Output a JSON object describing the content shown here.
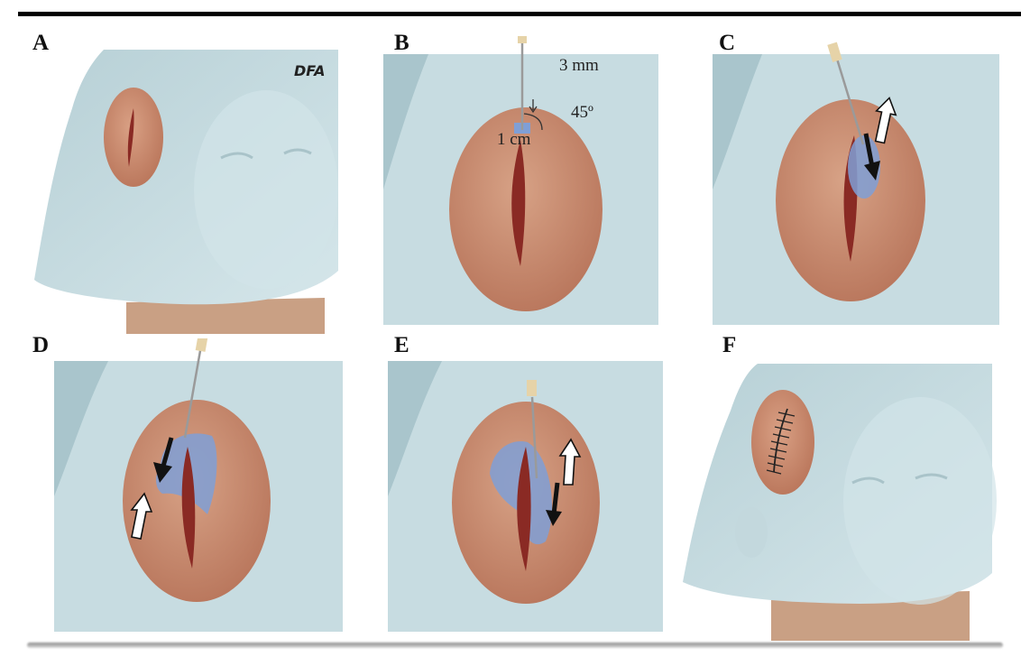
{
  "figure": {
    "panels": [
      {
        "letter": "A",
        "signature": "DFA"
      },
      {
        "letter": "B",
        "annotations": {
          "depth": "3 mm",
          "angle": "45º",
          "distance": "1 cm"
        }
      },
      {
        "letter": "C"
      },
      {
        "letter": "D"
      },
      {
        "letter": "E"
      },
      {
        "letter": "F"
      }
    ]
  },
  "colors": {
    "drape": "#c7dde2",
    "skin": "#c98a6c",
    "wound": "#8a2a24",
    "filler": "#7f9fd6",
    "needle": "#b0b0b0",
    "hub": "#e6d3a8"
  },
  "icons": [
    "needle-icon",
    "arrow-down-filled-icon",
    "arrow-up-outline-icon",
    "suture-icon"
  ]
}
